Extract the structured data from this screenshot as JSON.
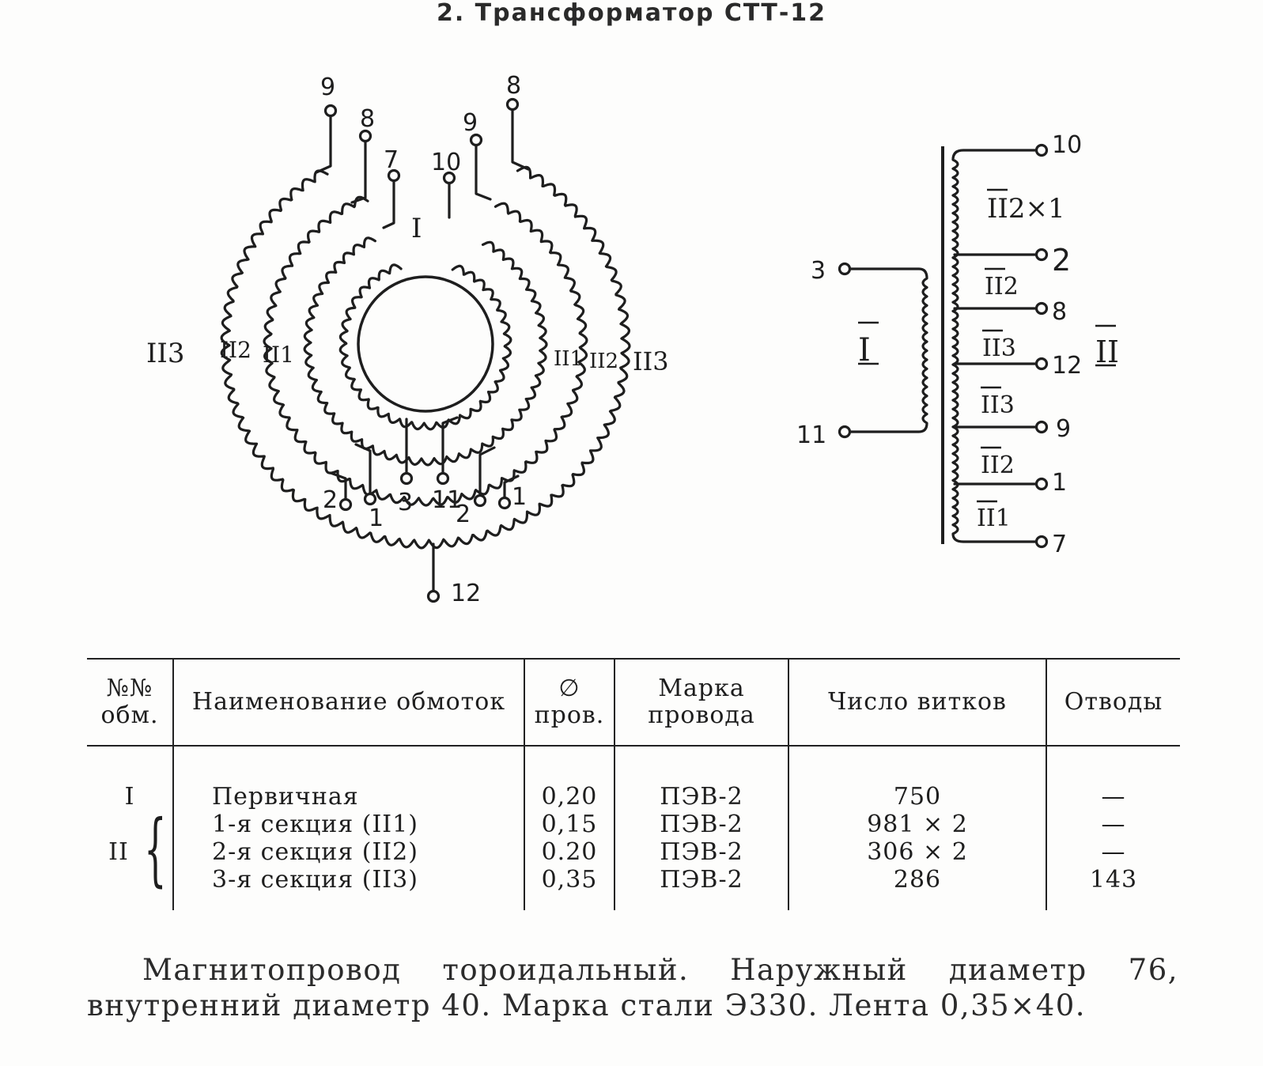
{
  "title": "2. Трансформатор СТТ-12",
  "toroid": {
    "top_pins": [
      "9",
      "8",
      "7",
      "10",
      "9",
      "8"
    ],
    "bottom_pins": [
      "2",
      "1",
      "3",
      "11",
      "2",
      "1"
    ],
    "bottom_center_pin": "12",
    "primary_label": "I",
    "left_sections": [
      "II3",
      "II2",
      "II1"
    ],
    "right_sections": [
      "II1",
      "II2",
      "II3"
    ]
  },
  "schematic": {
    "primary_label": "I",
    "secondary_label": "II",
    "primary_pins": [
      "3",
      "11"
    ],
    "secondary_pins": [
      "10",
      "2",
      "8",
      "12",
      "9",
      "1",
      "7"
    ],
    "sections": [
      "II2×1",
      "II2",
      "II3",
      "II3",
      "II2",
      "II1"
    ]
  },
  "table": {
    "headers": {
      "num": [
        "№№",
        "обм."
      ],
      "name": "Наименование обмоток",
      "diam": [
        "∅",
        "пров."
      ],
      "wire": [
        "Марка",
        "провода"
      ],
      "turns": "Число витков",
      "taps": "Отводы"
    },
    "col_num": [
      "I",
      "II"
    ],
    "col_name": [
      "Первичная",
      "1-я секция (II1)",
      "2-я секция (II2)",
      "3-я секция (II3)"
    ],
    "col_diam": [
      "0,20",
      "0,15",
      "0.20",
      "0,35"
    ],
    "col_wire": [
      "ПЭВ-2",
      "ПЭВ-2",
      "ПЭВ-2",
      "ПЭВ-2"
    ],
    "col_turns": [
      "750",
      "981 × 2",
      "306 × 2",
      "286"
    ],
    "col_taps": [
      "—",
      "—",
      "—",
      "143"
    ]
  },
  "footnote": "Магнитопровод тороидальный. Наружный диаметр 76, внутренний диаметр 40. Марка стали Э330. Лента 0,35×40."
}
